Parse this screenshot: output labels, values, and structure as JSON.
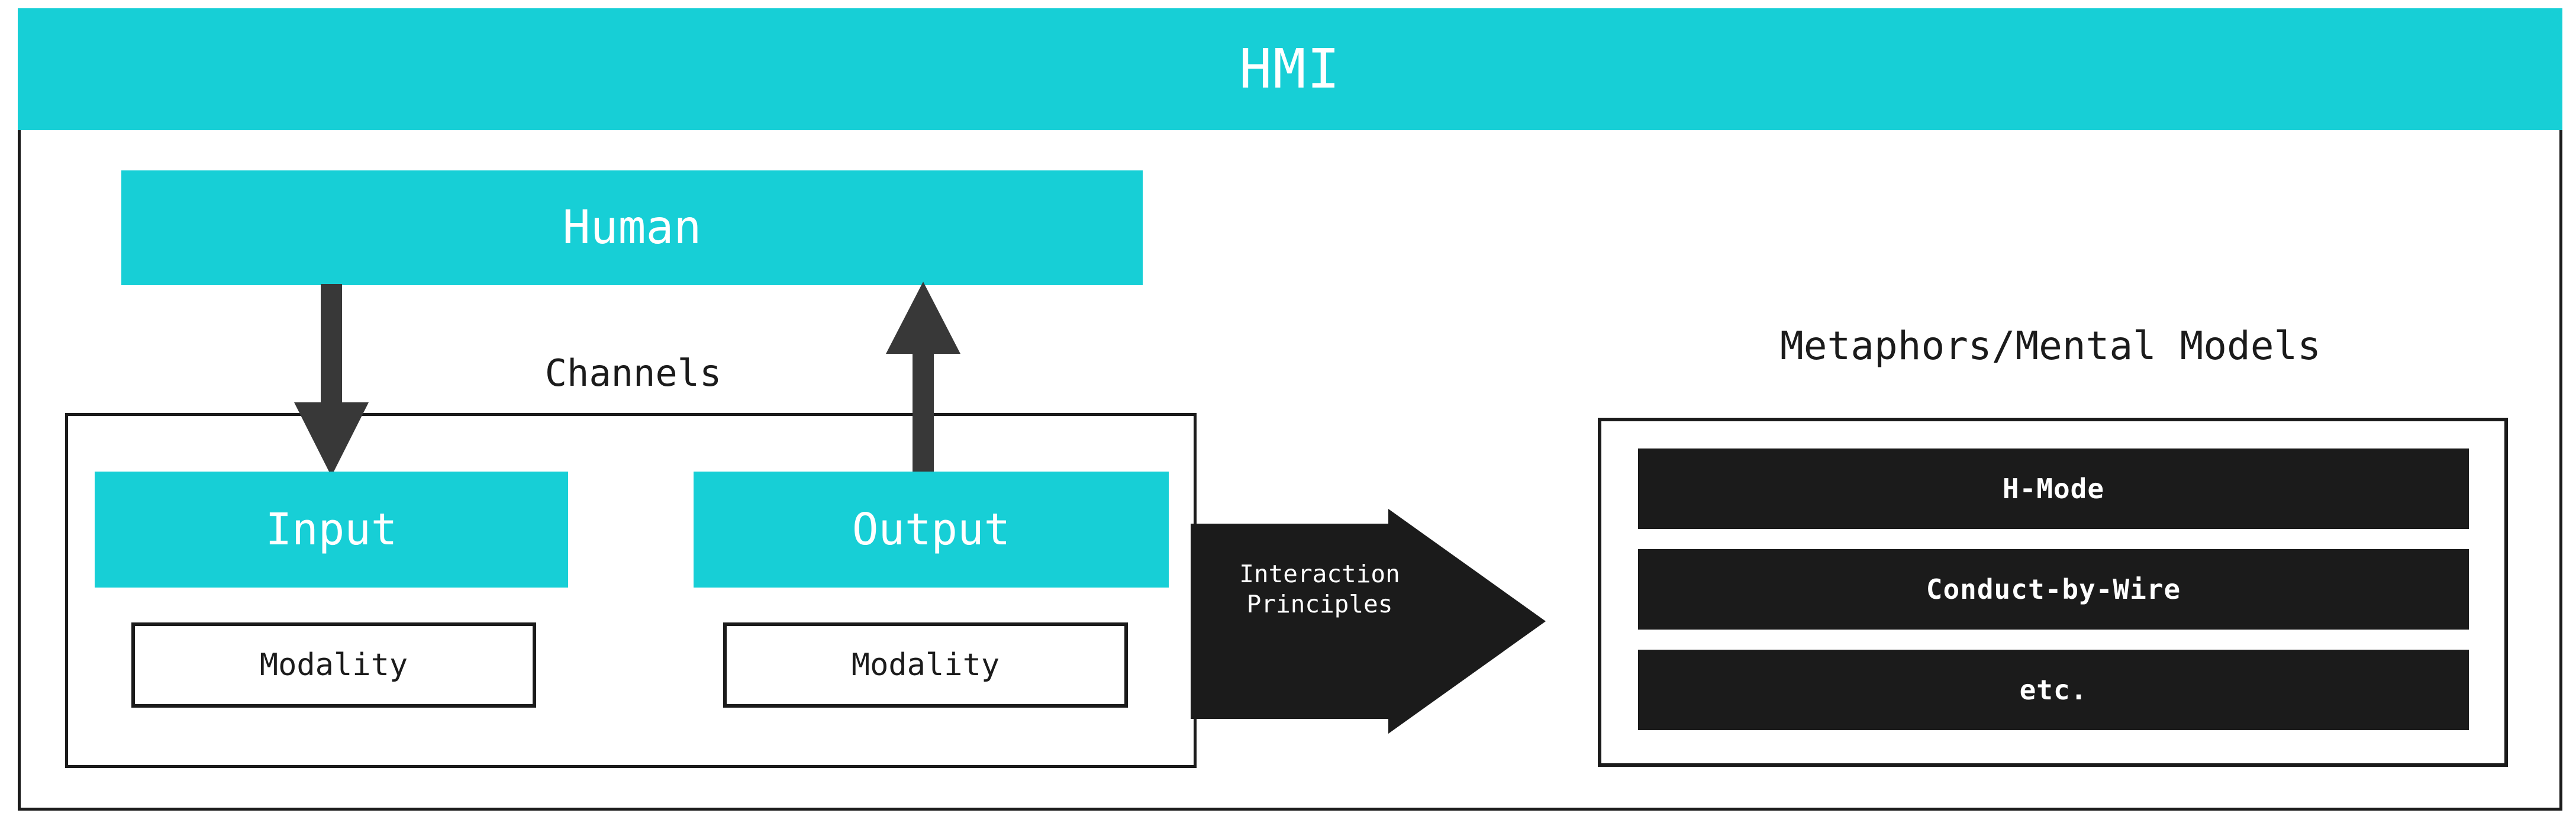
{
  "colors": {
    "teal": "#17cfd6",
    "dark": "#1b1b1b",
    "arrow_gray": "#383838",
    "white": "#ffffff"
  },
  "header": {
    "title": "HMI"
  },
  "human": {
    "label": "Human"
  },
  "channels": {
    "caption": "Channels",
    "input": {
      "label": "Input",
      "modality_label": "Modality"
    },
    "output": {
      "label": "Output",
      "modality_label": "Modality"
    }
  },
  "connector": {
    "line1": "Interaction",
    "line2": "Principles"
  },
  "metaphors": {
    "caption": "Metaphors/Mental Models",
    "items": [
      {
        "label": "H-Mode"
      },
      {
        "label": "Conduct-by-Wire"
      },
      {
        "label": "etc."
      }
    ]
  }
}
